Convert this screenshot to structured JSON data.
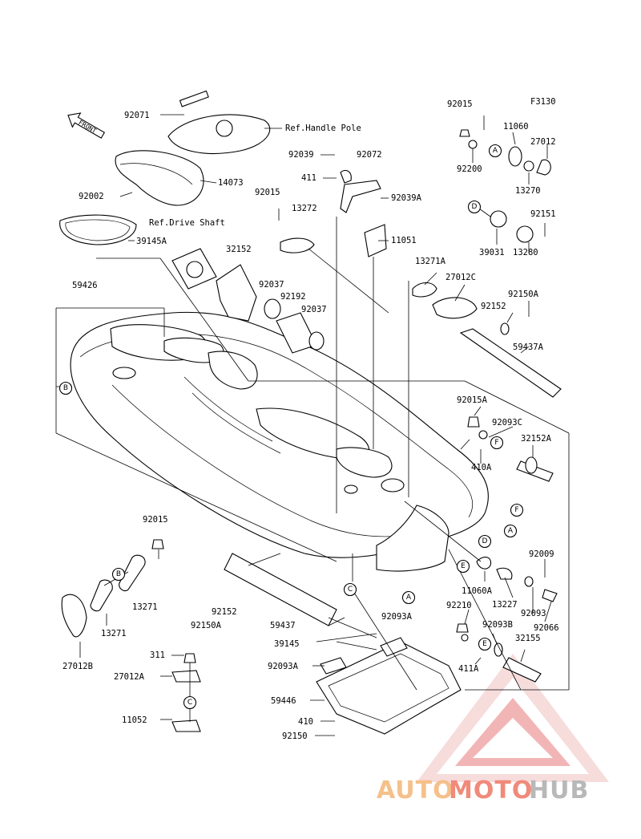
{
  "figure_code": "F3130",
  "front_label": "FRONT",
  "part_labels": [
    {
      "id": "p92071",
      "text": "92071"
    },
    {
      "id": "pRefHandle",
      "text": "Ref.Handle Pole"
    },
    {
      "id": "p14073",
      "text": "14073"
    },
    {
      "id": "p92002",
      "text": "92002"
    },
    {
      "id": "pRefDrive",
      "text": "Ref.Drive Shaft"
    },
    {
      "id": "p39145A",
      "text": "39145A"
    },
    {
      "id": "p92039",
      "text": "92039"
    },
    {
      "id": "p92072",
      "text": "92072"
    },
    {
      "id": "p411",
      "text": "411"
    },
    {
      "id": "p92015a",
      "text": "92015"
    },
    {
      "id": "p13272",
      "text": "13272"
    },
    {
      "id": "p92039A",
      "text": "92039A"
    },
    {
      "id": "p11051",
      "text": "11051"
    },
    {
      "id": "p32152",
      "text": "32152"
    },
    {
      "id": "p92037a",
      "text": "92037"
    },
    {
      "id": "p92192",
      "text": "92192"
    },
    {
      "id": "p92037b",
      "text": "92037"
    },
    {
      "id": "p59426",
      "text": "59426"
    },
    {
      "id": "p92015b",
      "text": "92015"
    },
    {
      "id": "p11060",
      "text": "11060"
    },
    {
      "id": "p27012",
      "text": "27012"
    },
    {
      "id": "p92200",
      "text": "92200"
    },
    {
      "id": "p13270",
      "text": "13270"
    },
    {
      "id": "p92151",
      "text": "92151"
    },
    {
      "id": "p39031",
      "text": "39031"
    },
    {
      "id": "p13280",
      "text": "13280"
    },
    {
      "id": "p13271A",
      "text": "13271A"
    },
    {
      "id": "p27012C",
      "text": "27012C"
    },
    {
      "id": "p92150A",
      "text": "92150A"
    },
    {
      "id": "p92152a",
      "text": "92152"
    },
    {
      "id": "p59437A",
      "text": "59437A"
    },
    {
      "id": "p92015A",
      "text": "92015A"
    },
    {
      "id": "p92093C",
      "text": "92093C"
    },
    {
      "id": "p32152A",
      "text": "32152A"
    },
    {
      "id": "p410A",
      "text": "410A"
    },
    {
      "id": "p92015c",
      "text": "92015"
    },
    {
      "id": "p13271a",
      "text": "13271"
    },
    {
      "id": "p13271b",
      "text": "13271"
    },
    {
      "id": "p27012B",
      "text": "27012B"
    },
    {
      "id": "p92152b",
      "text": "92152"
    },
    {
      "id": "p92150Aa",
      "text": "92150A"
    },
    {
      "id": "p59437",
      "text": "59437"
    },
    {
      "id": "p92009",
      "text": "92009"
    },
    {
      "id": "p11060A",
      "text": "11060A"
    },
    {
      "id": "p13227",
      "text": "13227"
    },
    {
      "id": "p92093",
      "text": "92093"
    },
    {
      "id": "p92066",
      "text": "92066"
    },
    {
      "id": "p92210",
      "text": "92210"
    },
    {
      "id": "p92093B",
      "text": "92093B"
    },
    {
      "id": "p32155",
      "text": "32155"
    },
    {
      "id": "p411A",
      "text": "411A"
    },
    {
      "id": "p92093A",
      "text": "92093A"
    },
    {
      "id": "p39145",
      "text": "39145"
    },
    {
      "id": "p92093Ab",
      "text": "92093A"
    },
    {
      "id": "p59446",
      "text": "59446"
    },
    {
      "id": "p410",
      "text": "410"
    },
    {
      "id": "p92150",
      "text": "92150"
    },
    {
      "id": "p311",
      "text": "311"
    },
    {
      "id": "p27012A",
      "text": "27012A"
    },
    {
      "id": "p11052",
      "text": "11052"
    }
  ],
  "callouts": [
    {
      "id": "cA1",
      "text": "A"
    },
    {
      "id": "cA2",
      "text": "A"
    },
    {
      "id": "cA3",
      "text": "A"
    },
    {
      "id": "cB1",
      "text": "B"
    },
    {
      "id": "cB2",
      "text": "B"
    },
    {
      "id": "cC1",
      "text": "C"
    },
    {
      "id": "cC2",
      "text": "C"
    },
    {
      "id": "cD1",
      "text": "D"
    },
    {
      "id": "cD2",
      "text": "D"
    },
    {
      "id": "cE1",
      "text": "E"
    },
    {
      "id": "cE2",
      "text": "E"
    },
    {
      "id": "cF1",
      "text": "F"
    },
    {
      "id": "cF2",
      "text": "F"
    }
  ],
  "watermark": {
    "part1": "AUTO",
    "part2": "MOTO",
    "part3": "HUB",
    "color_light": "#f5c08a",
    "color_mid": "#f08a7a",
    "color_dark": "#bdbdbd"
  }
}
